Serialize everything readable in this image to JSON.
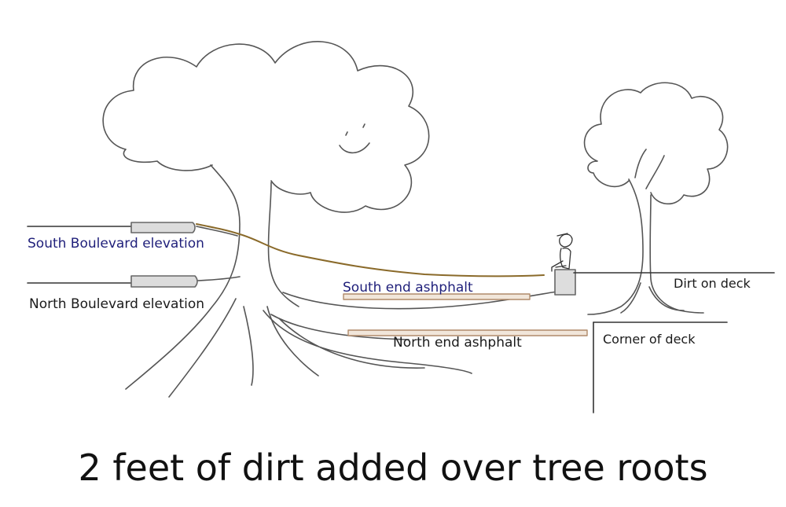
{
  "labels": {
    "south_boulevard": "South Boulevard elevation",
    "north_boulevard": "North Boulevard elevation",
    "south_end_asphalt": "South end ashphalt",
    "north_end_asphalt": "North end ashphalt",
    "dirt_on_deck": "Dirt on deck",
    "corner_of_deck": "Corner of deck"
  },
  "caption": "2 feet of dirt added over tree roots",
  "colors": {
    "sketch_line": "#555555",
    "dirt_line": "#8a6a2a",
    "asphalt_fill": "#f1e6da",
    "asphalt_stroke": "#b08a6a",
    "boulevard_fill": "#dcdcdc",
    "label_blue": "#1f1f7a"
  }
}
